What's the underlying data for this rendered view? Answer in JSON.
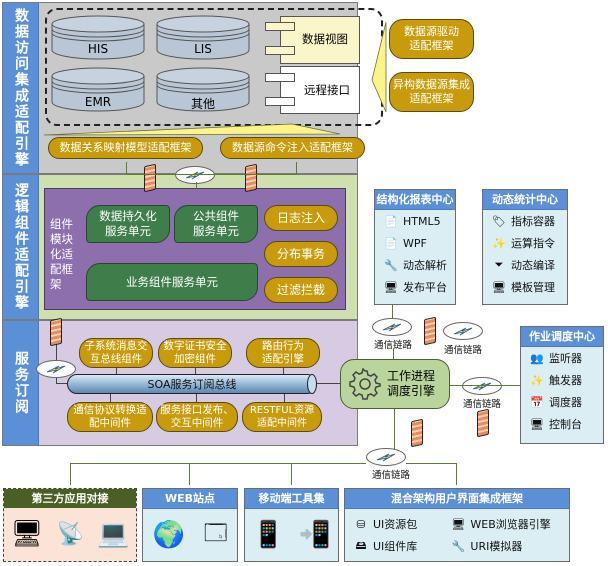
{
  "layers": {
    "data_access": {
      "label": "数据访问集成适配引擎",
      "databases": [
        "HIS",
        "LIS",
        "EMR",
        "其他"
      ],
      "components": [
        "数据视图",
        "远程接口"
      ],
      "side_frameworks": [
        "数据源驱动\n适配框架",
        "异构数据源集成\n适配框架"
      ],
      "bottom_frameworks": [
        "数据关系映射模型适配框架",
        "数据源命令注入适配框架"
      ]
    },
    "logic": {
      "label": "逻辑组件适配引擎",
      "module_label": "组件\n模块\n化适\n配框\n架",
      "units": [
        "数据持久化\n服务单元",
        "公共组件\n服务单元",
        "业务组件服务单元"
      ],
      "aspects": [
        "日志注入",
        "分布事务",
        "过滤拦截"
      ]
    },
    "service": {
      "label": "服务订阅",
      "top_components": [
        "子系统消息交\n互总线组件",
        "数字证书安全\n加密组件",
        "路由行为\n适配引擎"
      ],
      "bus": "SOA服务订阅总线",
      "bottom_components": [
        "通信协议转换适\n配中间件",
        "服务接口发布、\n交互中间件",
        "RESTFUL资源\n适配中间件"
      ]
    }
  },
  "engine": {
    "label": "工作进程\n调度引擎",
    "icon": "gear-icon"
  },
  "link_label": "通信链路",
  "panels": {
    "report": {
      "title": "结构化报表中心",
      "items": [
        {
          "icon": "document-icon",
          "label": "HTML5"
        },
        {
          "icon": "document-icon",
          "label": "WPF"
        },
        {
          "icon": "wrench-icon",
          "label": "动态解析"
        },
        {
          "icon": "monitor-icon",
          "label": "发布平台"
        }
      ]
    },
    "stats": {
      "title": "动态统计中心",
      "items": [
        {
          "icon": "tag-icon",
          "label": "指标容器"
        },
        {
          "icon": "magic-wand-icon",
          "label": "运算指令"
        },
        {
          "icon": "funnel-icon",
          "label": "动态编译"
        },
        {
          "icon": "monitor-icon",
          "label": "模板管理"
        }
      ]
    },
    "jobs": {
      "title": "作业调度中心",
      "items": [
        {
          "icon": "users-icon",
          "label": "监听器"
        },
        {
          "icon": "magic-wand-icon",
          "label": "触发器"
        },
        {
          "icon": "calendar-icon",
          "label": "调度器"
        },
        {
          "icon": "monitor-icon",
          "label": "控制台"
        }
      ]
    }
  },
  "clients": {
    "third_party": {
      "title": "第三方应用对接"
    },
    "web": {
      "title": "WEB站点"
    },
    "mobile": {
      "title": "移动端工具集"
    },
    "hybrid": {
      "title": "混合架构用户界面集成框架",
      "items": [
        {
          "icon": "database-icon",
          "label": "UI资源包"
        },
        {
          "icon": "monitor-icon",
          "label": "WEB浏览器引擎"
        },
        {
          "icon": "drive-icon",
          "label": "UI组件库"
        },
        {
          "icon": "wrench-icon",
          "label": "URI模拟器"
        }
      ]
    }
  },
  "colors": {
    "sidebar": "#5b8fd6",
    "pill": "#c89b0c",
    "green_unit": "#3f7d4a",
    "logic_bg": "#8e6fae",
    "service_bg": "#d6cbe3",
    "data_bg": "#c9c9c9",
    "connector": "#5f7a33"
  }
}
